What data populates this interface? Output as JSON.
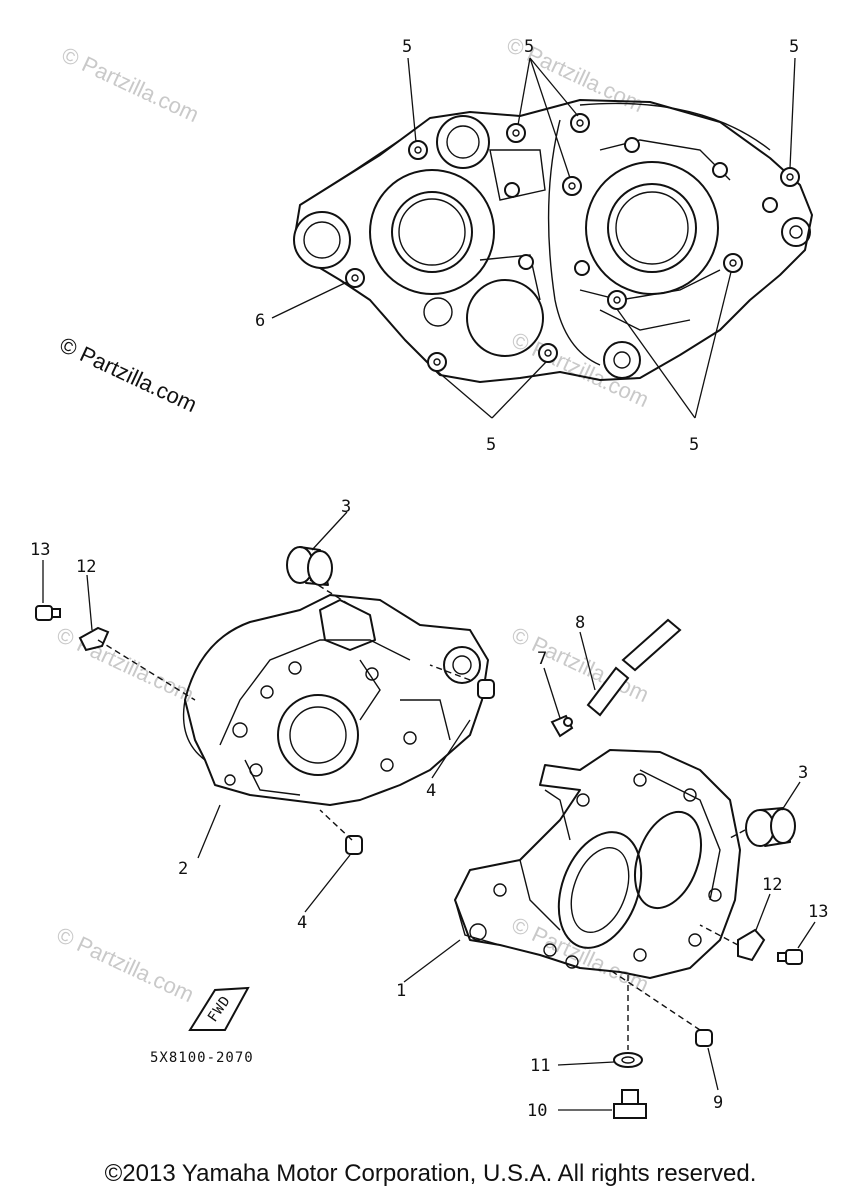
{
  "watermarks": {
    "primary": "© Partzilla.com",
    "faint": "© Partzilla.com"
  },
  "callouts": {
    "c1": "1",
    "c2": "2",
    "c3": "3",
    "c4": "4",
    "c5": "5",
    "c6": "6",
    "c7": "7",
    "c8": "8",
    "c9": "9",
    "c10": "10",
    "c11": "11",
    "c12": "12",
    "c13": "13"
  },
  "label_code": "FWD",
  "part_code": "5X8100-2070",
  "copyright": "©2013 Yamaha Motor Corporation, U.S.A. All rights reserved."
}
